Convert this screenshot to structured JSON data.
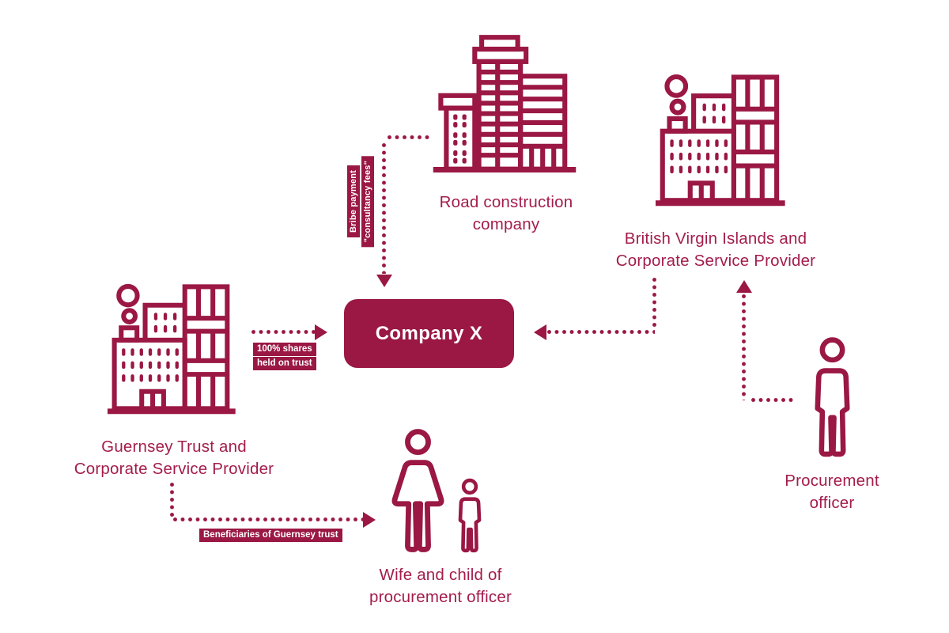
{
  "colors": {
    "maroon": "#9A1843",
    "label_text": "#A31D4C",
    "chip_text": "#FFFFFF",
    "background": "#FFFFFF"
  },
  "company_box": {
    "label": "Company X"
  },
  "nodes": {
    "road_company": {
      "icon": "skyscraper-building-icon",
      "label": [
        "Road construction",
        "company"
      ]
    },
    "bvi_provider": {
      "icon": "city-buildings-icon",
      "label": [
        "British Virgin Islands and",
        "Corporate Service Provider"
      ]
    },
    "guernsey_provider": {
      "icon": "city-buildings-icon",
      "label": [
        "Guernsey Trust and",
        "Corporate Service Provider"
      ]
    },
    "wife_child": {
      "icon": "woman-and-child-icon",
      "label": [
        "Wife and child of",
        "procurement officer"
      ]
    },
    "procurement_officer": {
      "icon": "person-icon",
      "label": [
        "Procurement",
        "officer"
      ]
    }
  },
  "edge_labels": {
    "bribe_payment": {
      "line1": "Bribe payment",
      "line2": "\"consultancy fees\""
    },
    "shares": {
      "line1": "100% shares",
      "line2": "held on trust"
    },
    "beneficiaries": {
      "text": "Beneficiaries of Guernsey trust"
    }
  },
  "edges": [
    {
      "from": "road_company",
      "to": "company_x",
      "style": "dotted-arrow",
      "label": "Bribe payment \"consultancy fees\""
    },
    {
      "from": "guernsey_provider",
      "to": "company_x",
      "style": "dotted-arrow",
      "label": "100% shares held on trust"
    },
    {
      "from": "bvi_provider",
      "to": "company_x",
      "style": "dotted-arrow",
      "label": ""
    },
    {
      "from": "procurement_officer",
      "to": "bvi_provider",
      "style": "dotted-arrow",
      "label": ""
    },
    {
      "from": "guernsey_provider",
      "to": "wife_child",
      "style": "dotted-arrow",
      "label": "Beneficiaries of Guernsey trust"
    }
  ]
}
